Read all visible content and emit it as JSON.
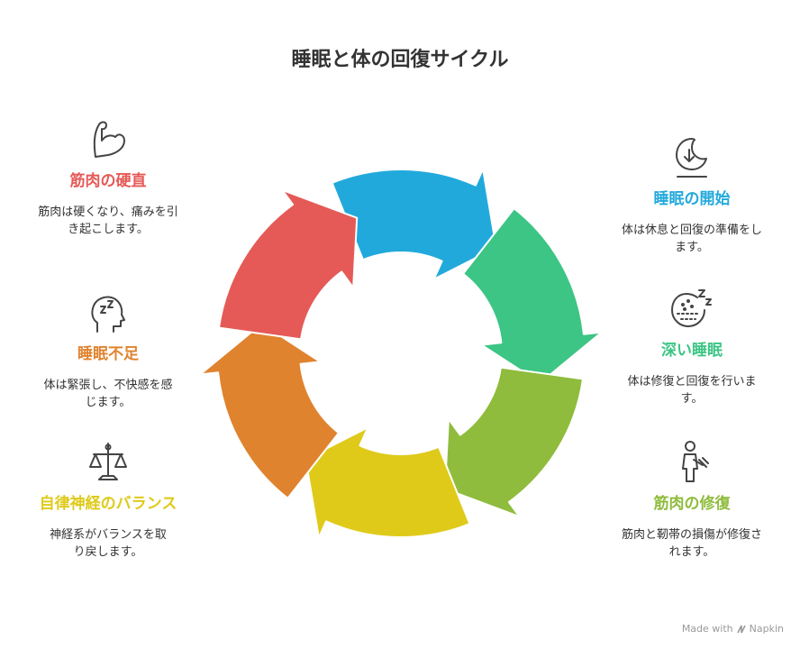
{
  "title": "睡眠と体の回復サイクル",
  "colors": {
    "red": "#E55A57",
    "blue": "#22A9DB",
    "green": "#3CC584",
    "lime": "#8FBC3C",
    "yellow": "#DFCA1A",
    "orange": "#E0832E"
  },
  "left": [
    {
      "icon": "flexed-arm-icon",
      "heading": "筋肉の硬直",
      "desc": "筋肉は硬くなり、痛みを引き起こします。",
      "color": "#E55A57"
    },
    {
      "icon": "sleepy-head-icon",
      "heading": "睡眠不足",
      "desc": "体は緊張し、不快感を感じます。",
      "color": "#E0832E"
    },
    {
      "icon": "balance-scale-icon",
      "heading": "自律神経のバランス",
      "desc": "神経系がバランスを取り戻します。",
      "color": "#DFCA1A"
    }
  ],
  "right": [
    {
      "icon": "moon-download-icon",
      "heading": "睡眠の開始",
      "desc": "体は休息と回復の準備をします。",
      "color": "#22A9DB"
    },
    {
      "icon": "deep-sleep-icon",
      "heading": "深い睡眠",
      "desc": "体は修復と回復を行います。",
      "color": "#3CC584"
    },
    {
      "icon": "person-bandage-icon",
      "heading": "筋肉の修復",
      "desc": "筋肉と靭帯の損傷が修復されます。",
      "color": "#8FBC3C"
    }
  ],
  "credit": {
    "prefix": "Made with",
    "brand": "Napkin"
  }
}
